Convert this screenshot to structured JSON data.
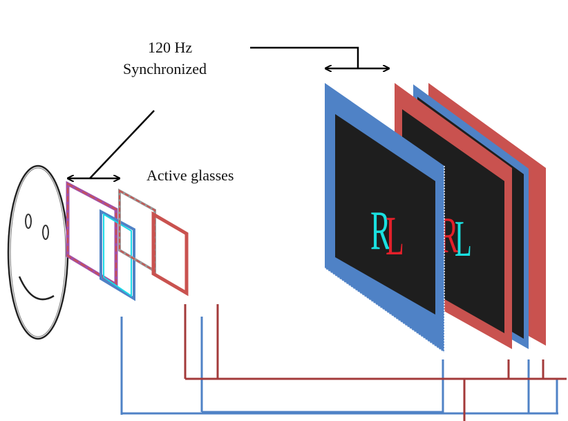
{
  "labels": {
    "sync_rate": "120 Hz",
    "sync_text": "Synchronized",
    "glasses": "Active glasses"
  },
  "screen_letters": {
    "front_left": "R",
    "front_right": "L",
    "back_left": "R",
    "back_right": "L"
  },
  "colors": {
    "blue": "#4f82c6",
    "red": "#c9524f",
    "dark_red": "#a33a3a",
    "screen": "#1e1e1e",
    "cyan": "#19e0e0",
    "letter_red": "#e3202a"
  },
  "icons": {
    "face": "smiley-face-icon",
    "arrows": "double-headed-arrow-icon"
  }
}
